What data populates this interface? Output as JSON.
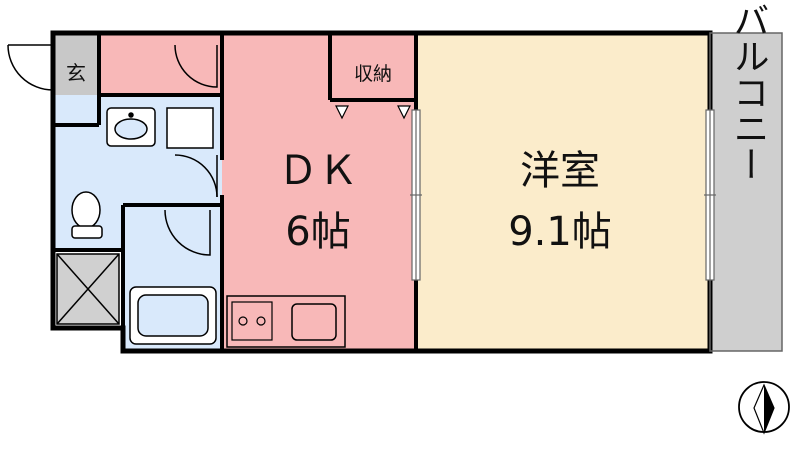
{
  "rooms": {
    "genkan": {
      "label": "玄"
    },
    "shuno": {
      "label": "収納"
    },
    "dk": {
      "label": "ＤＫ",
      "size": "6帖"
    },
    "yoshitsu": {
      "label": "洋室",
      "size": "9.1帖"
    },
    "balcony": {
      "label": "バルコニー"
    }
  },
  "colors": {
    "dk_floor": "#f8b8b8",
    "yoshitsu_floor": "#fbeccb",
    "bath_area": "#d9e9fb",
    "balcony_floor": "#cfcfcf",
    "genkan_floor": "#c8c8c8",
    "wall": "#000000"
  }
}
